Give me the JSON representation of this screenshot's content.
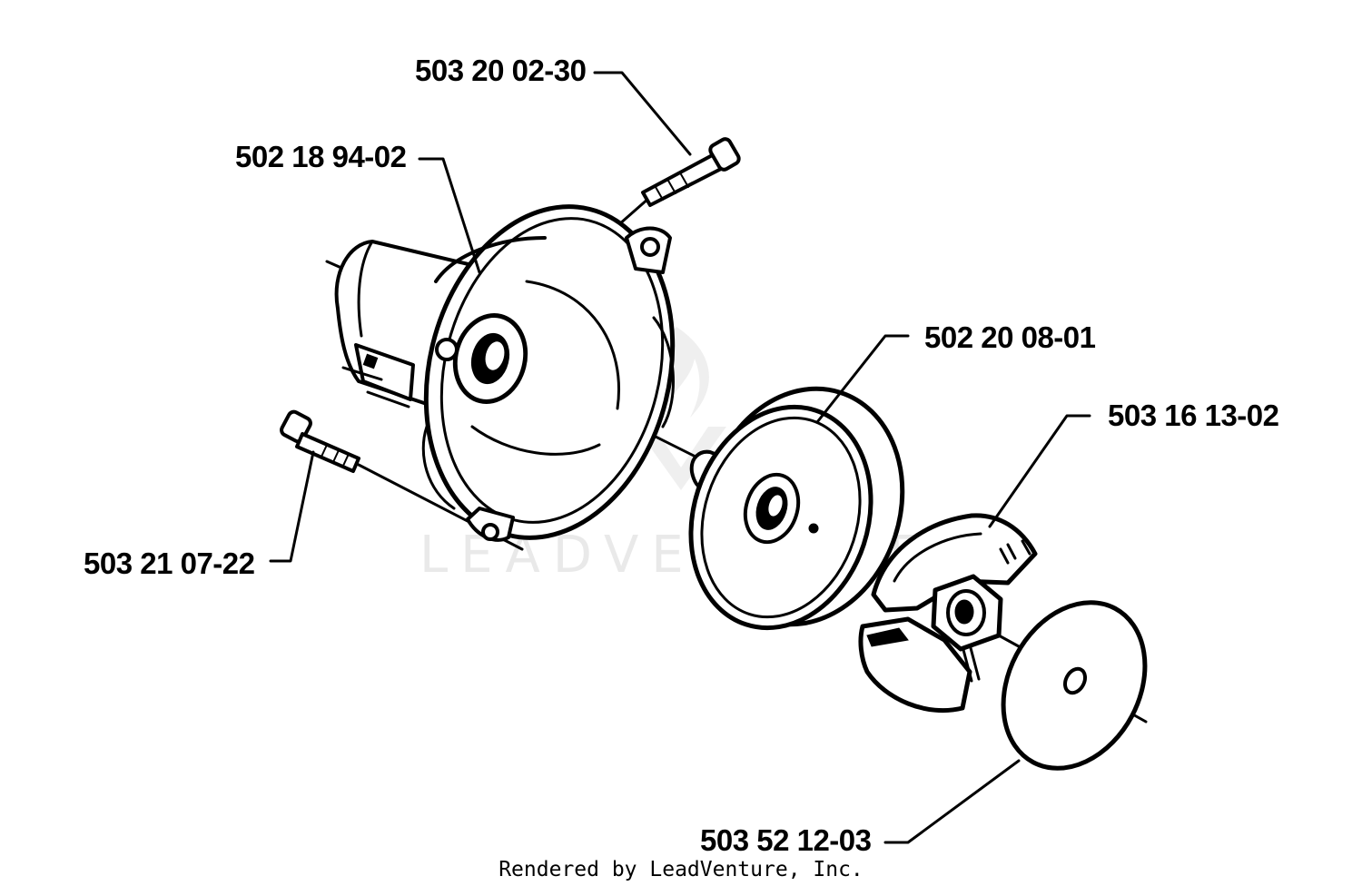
{
  "watermark": "LEADVENTURE",
  "parts": [
    {
      "id": "clutch-cover-screw",
      "number": "503 20 02-30"
    },
    {
      "id": "clutch-housing",
      "number": "502 18 94-02"
    },
    {
      "id": "clutch-drum",
      "number": "502 20 08-01"
    },
    {
      "id": "clutch-shoe-assembly",
      "number": "503 16 13-02"
    },
    {
      "id": "housing-screw",
      "number": "503 21 07-22"
    },
    {
      "id": "washer-plate",
      "number": "503 52 12-03"
    }
  ],
  "footer": "Rendered by LeadVenture, Inc.",
  "colors": {
    "ink": "#000000",
    "paper": "#ffffff",
    "watermark": "#e9e9e9"
  }
}
